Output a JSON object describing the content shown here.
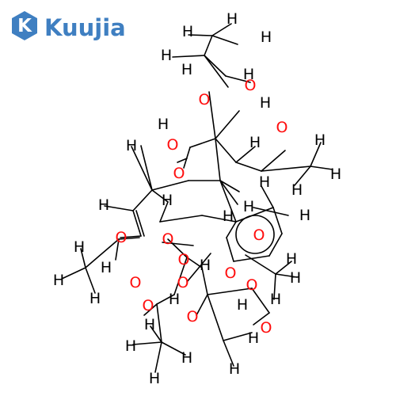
{
  "brand": {
    "name": "Kuujia",
    "mark_letter": "K",
    "color": "#3f7fc1",
    "icon": "hexagon-logo-icon"
  },
  "structure": {
    "bond_color": "#000000",
    "colors": {
      "H": "#000000",
      "O": "#ff0d0d"
    },
    "atom_labels": [
      {
        "el": "H",
        "text": "H"
      },
      {
        "el": "H",
        "text": "H"
      },
      {
        "el": "H",
        "text": "H"
      },
      {
        "el": "H",
        "text": "H"
      },
      {
        "el": "H",
        "text": "H"
      },
      {
        "el": "H",
        "text": "H"
      },
      {
        "el": "O",
        "text": "O"
      },
      {
        "el": "O",
        "text": "O"
      },
      {
        "el": "H",
        "text": "H"
      },
      {
        "el": "O",
        "text": "O"
      },
      {
        "el": "H",
        "text": "H"
      },
      {
        "el": "H",
        "text": "H"
      },
      {
        "el": "H",
        "text": "H"
      },
      {
        "el": "H",
        "text": "H"
      },
      {
        "el": "O",
        "text": "O"
      },
      {
        "el": "H",
        "text": "H"
      },
      {
        "el": "H",
        "text": "H"
      },
      {
        "el": "O",
        "text": "O"
      },
      {
        "el": "H",
        "text": "H"
      },
      {
        "el": "H",
        "text": "H"
      },
      {
        "el": "H",
        "text": "H"
      },
      {
        "el": "H",
        "text": "H"
      },
      {
        "el": "O",
        "text": "O"
      },
      {
        "el": "H",
        "text": "H"
      },
      {
        "el": "O",
        "text": "O"
      },
      {
        "el": "H",
        "text": "H"
      },
      {
        "el": "H",
        "text": "H"
      },
      {
        "el": "H",
        "text": "H"
      },
      {
        "el": "O",
        "text": "O"
      },
      {
        "el": "H",
        "text": "H"
      },
      {
        "el": "H",
        "text": "H"
      },
      {
        "el": "H",
        "text": "H"
      },
      {
        "el": "O",
        "text": "O"
      },
      {
        "el": "O",
        "text": "O"
      },
      {
        "el": "H",
        "text": "H"
      },
      {
        "el": "O",
        "text": "O"
      },
      {
        "el": "H",
        "text": "H"
      },
      {
        "el": "H",
        "text": "H"
      },
      {
        "el": "O",
        "text": "O"
      },
      {
        "el": "O",
        "text": "O"
      },
      {
        "el": "H",
        "text": "H"
      },
      {
        "el": "O",
        "text": "O"
      },
      {
        "el": "O",
        "text": "O"
      },
      {
        "el": "H",
        "text": "H"
      },
      {
        "el": "H",
        "text": "H"
      },
      {
        "el": "H",
        "text": "H"
      },
      {
        "el": "O",
        "text": "O"
      },
      {
        "el": "H",
        "text": "H"
      },
      {
        "el": "H",
        "text": "H"
      },
      {
        "el": "H",
        "text": "H"
      },
      {
        "el": "H",
        "text": "H"
      }
    ]
  }
}
